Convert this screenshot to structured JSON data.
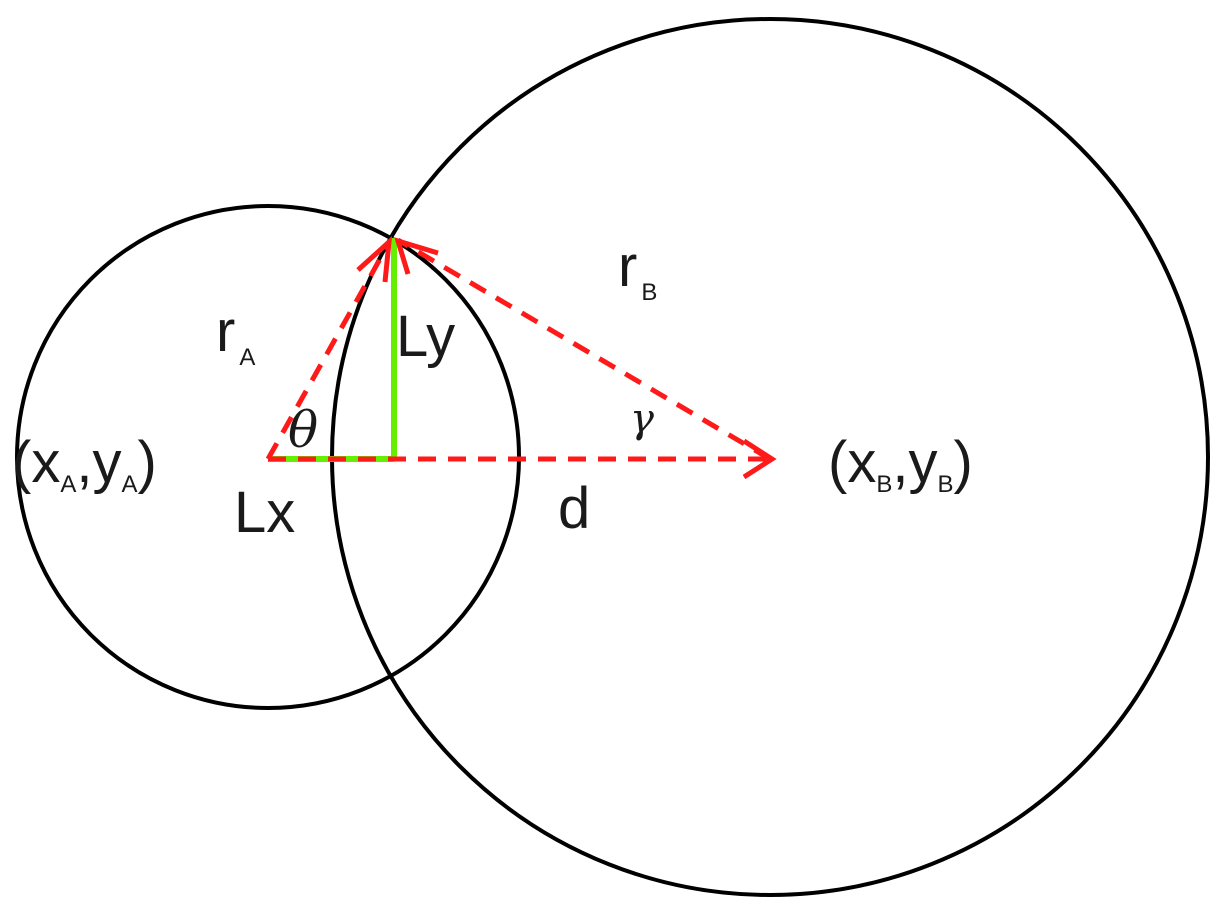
{
  "diagram": {
    "colors": {
      "circle": "#000000",
      "vector": "#ff1a1a",
      "component": "#66ee00",
      "text": "#1a1a1a"
    },
    "labels": {
      "center_a": {
        "open": "(",
        "x": "x",
        "x_sub": "A",
        "comma": ",",
        "y": "y",
        "y_sub": "A",
        "close": ")"
      },
      "center_b": {
        "open": "(",
        "x": "x",
        "x_sub": "B",
        "comma": ",",
        "y": "y",
        "y_sub": "B",
        "close": ")"
      },
      "r_a": {
        "main": "r",
        "sub": "A"
      },
      "r_b": {
        "main": "r",
        "sub": "B"
      },
      "l_x": "Lx",
      "l_y": "Ly",
      "theta": "θ",
      "gamma": "γ",
      "d": "d"
    }
  }
}
